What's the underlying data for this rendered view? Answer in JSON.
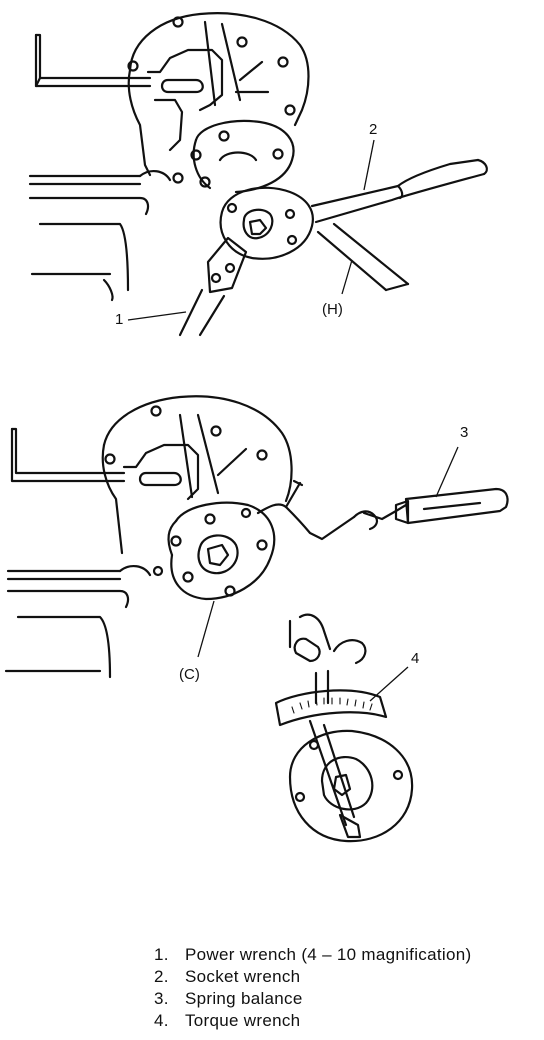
{
  "figure1": {
    "callouts": {
      "c1": "1",
      "c2": "2",
      "cH": "(H)"
    }
  },
  "figure2": {
    "callouts": {
      "c3": "3",
      "c4": "4",
      "cC": "(C)"
    }
  },
  "legend": [
    {
      "num": "1.",
      "label": "Power wrench (4 – 10 magnification)"
    },
    {
      "num": "2.",
      "label": "Socket wrench"
    },
    {
      "num": "3.",
      "label": "Spring balance"
    },
    {
      "num": "4.",
      "label": "Torque wrench"
    }
  ]
}
